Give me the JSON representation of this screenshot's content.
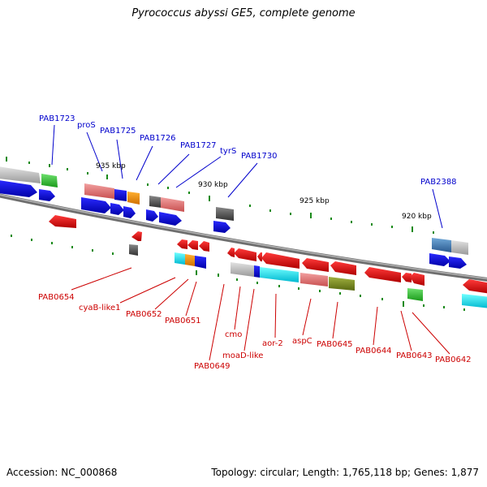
{
  "title": "Pyrococcus abyssi GE5, complete genome",
  "footer": {
    "accession": "Accession: NC_000868",
    "topology": "Topology: circular; Length: 1,765,118 bp; Genes: 1,877"
  },
  "scale_labels": [
    "935 kbp",
    "930 kbp",
    "925 kbp",
    "920 kbp"
  ],
  "outer_gene_labels": [
    "PAB1723",
    "proS",
    "PAB1725",
    "PAB1726",
    "PAB1727",
    "tyrS",
    "PAB1730",
    "PAB2388"
  ],
  "inner_gene_labels": [
    "PAB0654",
    "cyaB-like1",
    "PAB0652",
    "PAB0651",
    "PAB0649",
    "cmo",
    "moaD-like",
    "aor-2",
    "aspC",
    "PAB0645",
    "PAB0644",
    "PAB0643",
    "PAB0642"
  ],
  "colors": {
    "outer_label": "#0000cc",
    "inner_label": "#cc0000",
    "forward_gene": "#0000ff",
    "reverse_gene": "#ff0000",
    "tick": "#1a8a1a"
  }
}
